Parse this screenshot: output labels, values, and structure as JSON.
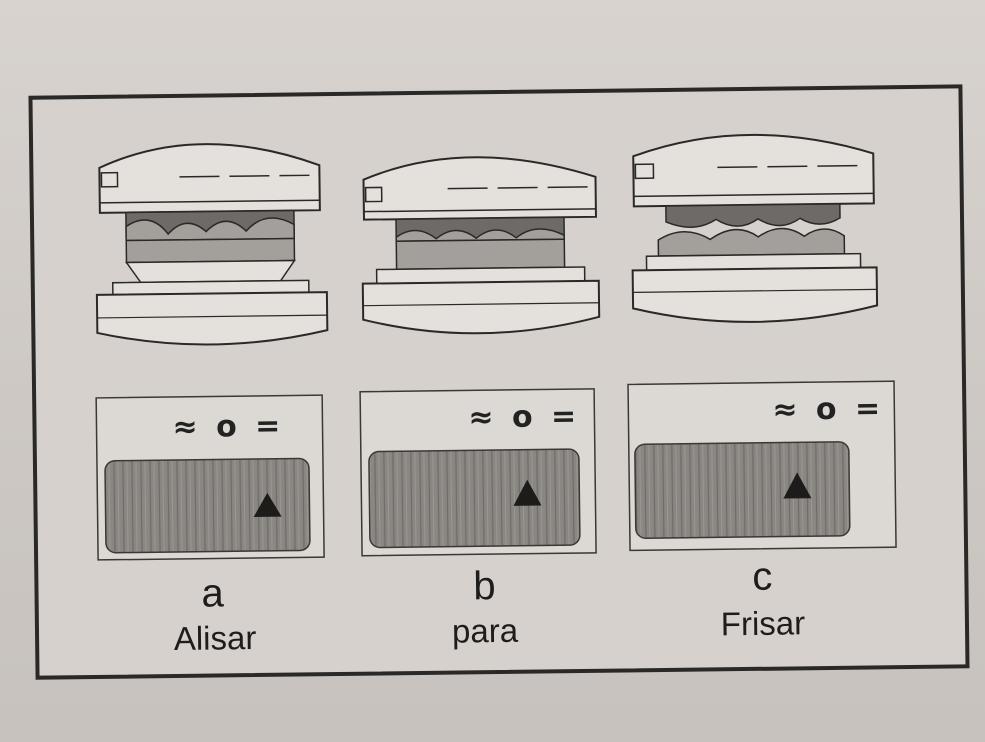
{
  "options": [
    {
      "letter": "a",
      "label": "Alisar"
    },
    {
      "letter": "b",
      "label": "para"
    },
    {
      "letter": "c",
      "label": "Frisar"
    }
  ],
  "panel_symbols": "≈ o ="
}
